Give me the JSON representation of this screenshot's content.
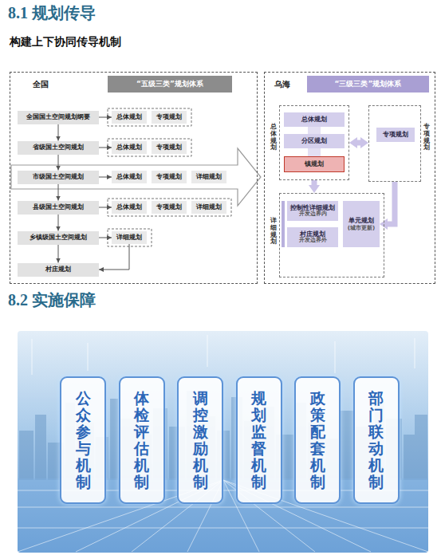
{
  "diagram": {
    "title": "8.1 规划传导",
    "nodes": [
      {
        "text": [
          "全国"
        ]
      },
      {
        "text": [
          "“五级三类”规划体系"
        ],
        "in": 0
      },
      {
        "text": [
          "全国国土空间规划纲要"
        ],
        "in": 0
      },
      {
        "text": [
          "总体规划"
        ],
        "in": 0
      },
      {
        "text": [
          "专项规划"
        ],
        "in": 0
      },
      {
        "text": [
          "省级国土空间规划"
        ],
        "in": 0
      },
      {
        "text": [
          "总体规划"
        ],
        "in": 0
      },
      {
        "text": [
          "专项规划"
        ],
        "in": 0
      },
      {
        "text": [
          "市级国土空间规划"
        ],
        "in": 0
      },
      {
        "text": [
          "总体规划"
        ],
        "in": 0
      },
      {
        "text": [
          "专项规划"
        ],
        "in": 0
      },
      {
        "text": [
          "详细规划"
        ],
        "in": 0
      },
      {
        "text": [
          "县级国土空间规划"
        ],
        "in": 0
      },
      {
        "text": [
          "总体规划"
        ],
        "in": 0
      },
      {
        "text": [
          "专项规划"
        ],
        "in": 0
      },
      {
        "text": [
          "详细规划"
        ],
        "in": 0
      },
      {
        "text": [
          "乡镇级国土空间规划"
        ],
        "in": 0
      },
      {
        "text": [
          "详细规划"
        ],
        "in": 0
      },
      {
        "text": [
          "村庄规划"
        ],
        "in": 0
      },
      {
        "text": [
          "乌海"
        ]
      },
      {
        "text": [
          "“三级三类”规划体系"
        ],
        "in": 19
      },
      {
        "text": [
          "总体规划"
        ],
        "in": 19
      },
      {
        "text": [
          "总体规划"
        ],
        "in": 21
      },
      {
        "text": [
          "分区规划"
        ],
        "in": 21
      },
      {
        "text": [
          "镇规划"
        ],
        "in": 21
      },
      {
        "text": [
          "专项规划"
        ],
        "in": 19
      },
      {
        "text": [
          "专项规划"
        ],
        "in": 25
      },
      {
        "text": [
          "详细规划"
        ],
        "in": 19
      },
      {
        "text": [
          "控制性详细规划",
          "开发边界内"
        ],
        "in": 27
      },
      {
        "text": [
          "村庄规划",
          "开发边界外"
        ],
        "in": 27
      },
      {
        "text": [
          "单元规划",
          "(城市更新)"
        ],
        "in": 27
      },
      {
        "text": [
          "公众参与机制"
        ]
      },
      {
        "text": [
          "体检评估机制"
        ]
      },
      {
        "text": [
          "调控激励机制"
        ]
      },
      {
        "text": [
          "规划监督机制"
        ]
      },
      {
        "text": [
          "政策配套机制"
        ]
      },
      {
        "text": [
          "部门联动机制"
        ]
      }
    ],
    "edges": [
      {
        "from": 2,
        "to": 5,
        "arrow": "to"
      },
      {
        "from": 5,
        "to": 8,
        "arrow": "to"
      },
      {
        "from": 8,
        "to": 12,
        "arrow": "to"
      },
      {
        "from": 12,
        "to": 16,
        "arrow": "to"
      },
      {
        "from": 16,
        "to": 18,
        "arrow": "to"
      },
      {
        "from": 2,
        "to": 3,
        "arrow": "to"
      },
      {
        "from": 5,
        "to": 6,
        "arrow": "to"
      },
      {
        "from": 8,
        "to": 9,
        "arrow": "to"
      },
      {
        "from": 12,
        "to": 13,
        "arrow": "to"
      },
      {
        "from": 16,
        "to": 17,
        "arrow": "to"
      },
      {
        "from": 17,
        "to": 18,
        "arrow": "to"
      },
      {
        "from": 21,
        "to": 25,
        "arrow": "both"
      },
      {
        "from": 21,
        "to": 27,
        "arrow": "to"
      },
      {
        "from": 25,
        "to": 30,
        "arrow": "to"
      }
    ],
    "labels": [
      "构建上下协同传导机制",
      "8.2 实施保障"
    ]
  }
}
